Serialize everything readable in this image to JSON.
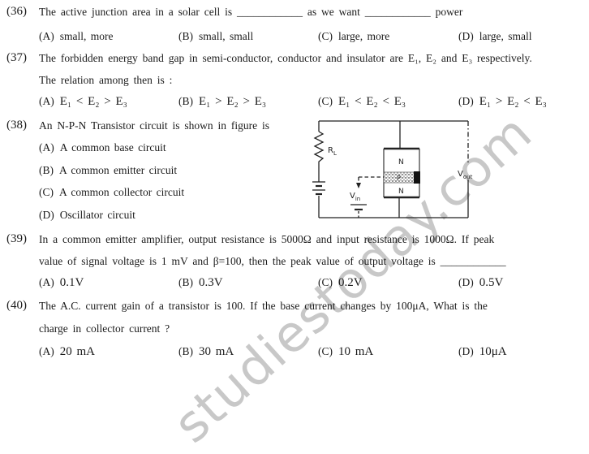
{
  "colors": {
    "ink": "#1b1b1b",
    "watermark": "#c8c8c8"
  },
  "watermark": {
    "text": "studiestoday.com"
  },
  "questions": [
    {
      "number": "(36)",
      "stem_lines": [
        "The active junction area in a solar cell is ____________  as we want ____________  power"
      ],
      "options": [
        {
          "label": "(A)",
          "text": "small, more"
        },
        {
          "label": "(B)",
          "text": "small, small"
        },
        {
          "label": "(C)",
          "text": "large, more"
        },
        {
          "label": "(D)",
          "text": "large, small"
        }
      ]
    },
    {
      "number": "(37)",
      "stem_lines": [
        "The forbidden energy band gap in semi-conductor, conductor and insulator are E₁, E₂ and E₃ respectively.",
        "The relation among then is :"
      ],
      "options": [
        {
          "label": "(A)",
          "text": "E₁ < E₂ > E₃"
        },
        {
          "label": "(B)",
          "text": "E₁ > E₂ > E₃"
        },
        {
          "label": "(C)",
          "text": "E₁ < E₂ < E₃"
        },
        {
          "label": "(D)",
          "text": "E₁ > E₂ < E₃"
        }
      ]
    },
    {
      "number": "(38)",
      "stem_lines": [
        "An N-P-N Transistor circuit is shown in figure is"
      ],
      "options": [
        {
          "label": "(A)",
          "text": "A common base circuit"
        },
        {
          "label": "(B)",
          "text": "A common emitter circuit"
        },
        {
          "label": "(C)",
          "text": "A common collector circuit"
        },
        {
          "label": "(D)",
          "text": "Oscillator circuit"
        }
      ]
    },
    {
      "number": "(39)",
      "stem_lines": [
        "In a common emitter amplifier, output resistance is 5000Ω and input resistance is 1000Ω. If peak",
        "value of signal voltage is 1 mV and β=100, then the peak value of output voltage is ____________"
      ],
      "options": [
        {
          "label": "(A)",
          "text": "0.1V"
        },
        {
          "label": "(B)",
          "text": "0.3V"
        },
        {
          "label": "(C)",
          "text": "0.2V"
        },
        {
          "label": "(D)",
          "text": "0.5V"
        }
      ]
    },
    {
      "number": "(40)",
      "stem_lines": [
        "The A.C. current gain of a transistor is 100. If the base current changes by 100μA, What is the",
        "charge in collector current ?"
      ],
      "options": [
        {
          "label": "(A)",
          "text": "20 mA"
        },
        {
          "label": "(B)",
          "text": "30 mA"
        },
        {
          "label": "(C)",
          "text": "10 mA"
        },
        {
          "label": "(D)",
          "text": "10μA"
        }
      ]
    }
  ],
  "circuit": {
    "r_label": "R",
    "r_sub": "L",
    "n_top": "N",
    "p_mid": "P",
    "n_bottom": "N",
    "vin_label": "V",
    "vin_sub": "in",
    "vout_label": "V",
    "vout_sub": "out"
  }
}
